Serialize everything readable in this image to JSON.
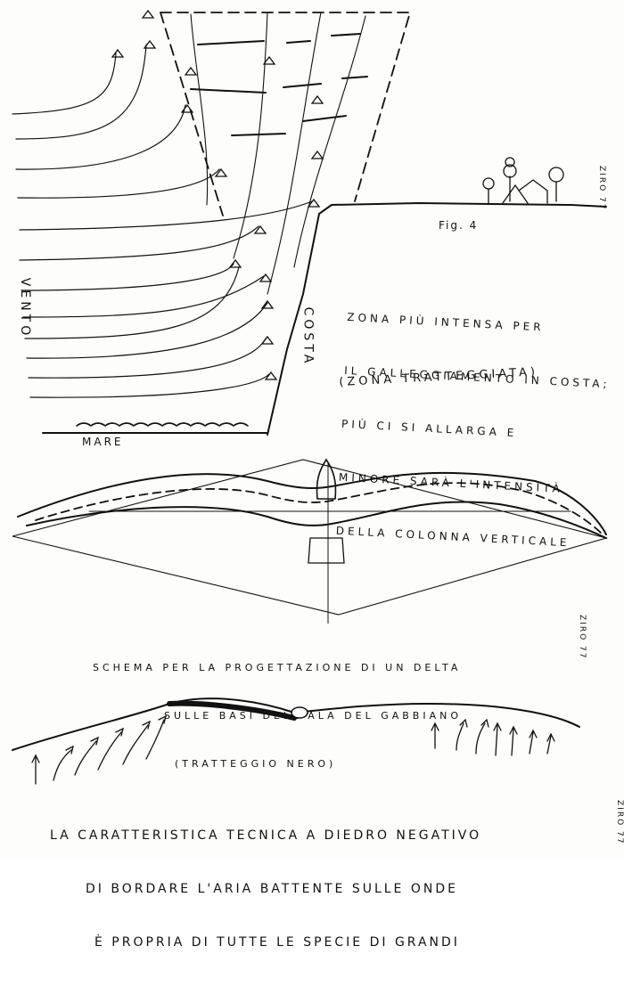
{
  "fig1": {
    "fig_label": "Fig. 4",
    "note_lines": [
      "ZONA PIÙ INTENSA PER",
      "IL GALLEGGIAMENTO IN COSTA;",
      "PIÙ CI SI ALLARGA E",
      "MINORE SARÀ L'INTENSITÀ",
      "DELLA COLONNA VERTICALE"
    ],
    "note2": "(ZONA TRATTEGGIATA)",
    "vento_label": "VENTO",
    "costa_label": "COSTA",
    "mare_label": "MARE",
    "signature": "ZIRO 77"
  },
  "fig2": {
    "caption_lines": [
      "SCHEMA PER LA PROGETTAZIONE DI UN DELTA",
      "SULLE BASI DELL'ALA DEL GABBIANO",
      "(TRATTEGGIO NERO)"
    ],
    "signature": "ZIRO 77"
  },
  "fig3": {
    "caption_lines": [
      "LA CARATTERISTICA TECNICA A DIEDRO NEGATIVO",
      "DI BORDARE L'ARIA BATTENTE SULLE ONDE",
      "È PROPRIA DI TUTTE LE SPECIE DI GRANDI"
    ],
    "signature": "ZIRO 77"
  }
}
